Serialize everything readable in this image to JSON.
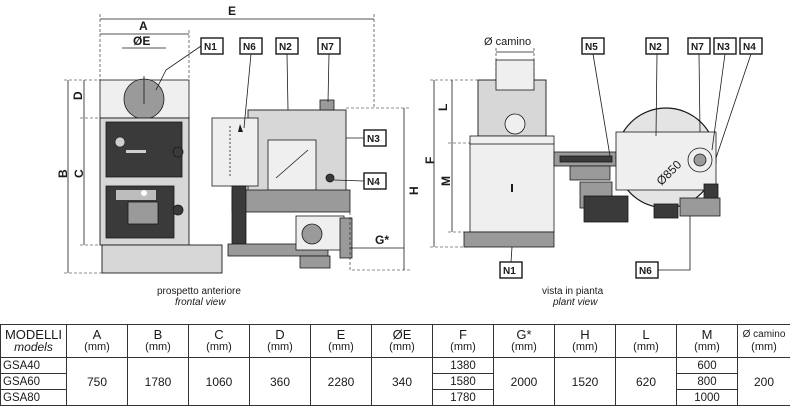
{
  "frontal_view": {
    "caption": "prospetto anteriore",
    "caption_en": "frontal view",
    "dim_labels": [
      "A",
      "E",
      "ØE",
      "D",
      "B",
      "C",
      "G*",
      "H"
    ],
    "tags": [
      "N1",
      "N6",
      "N2",
      "N7",
      "N3",
      "N4"
    ]
  },
  "plant_view": {
    "caption": "vista in pianta",
    "caption_en": "plant view",
    "camino_label": "Ø camino",
    "dim_labels": [
      "L",
      "F",
      "M"
    ],
    "diameter_label": "Ø850",
    "tags": [
      "N5",
      "N2",
      "N7",
      "N3",
      "N4",
      "N1",
      "N6"
    ]
  },
  "table": {
    "columns": [
      {
        "name": "MODELLI",
        "sub": "models"
      },
      {
        "name": "A",
        "unit": "(mm)"
      },
      {
        "name": "B",
        "unit": "(mm)"
      },
      {
        "name": "C",
        "unit": "(mm)"
      },
      {
        "name": "D",
        "unit": "(mm)"
      },
      {
        "name": "E",
        "unit": "(mm)"
      },
      {
        "name": "ØE",
        "unit": "(mm)"
      },
      {
        "name": "F",
        "unit": "(mm)"
      },
      {
        "name": "G*",
        "unit": "(mm)"
      },
      {
        "name": "H",
        "unit": "(mm)"
      },
      {
        "name": "L",
        "unit": "(mm)"
      },
      {
        "name": "M",
        "unit": "(mm)"
      },
      {
        "name": "Ø camino",
        "unit": "(mm)"
      }
    ],
    "models": [
      "GSA40",
      "GSA60",
      "GSA80"
    ],
    "common": {
      "A": "750",
      "B": "1780",
      "C": "1060",
      "D": "360",
      "E": "2280",
      "OE": "340",
      "G": "2000",
      "H": "1520",
      "L": "620",
      "camino": "200"
    },
    "F": [
      "1380",
      "1580",
      "1780"
    ],
    "M": [
      "600",
      "800",
      "1000"
    ]
  }
}
